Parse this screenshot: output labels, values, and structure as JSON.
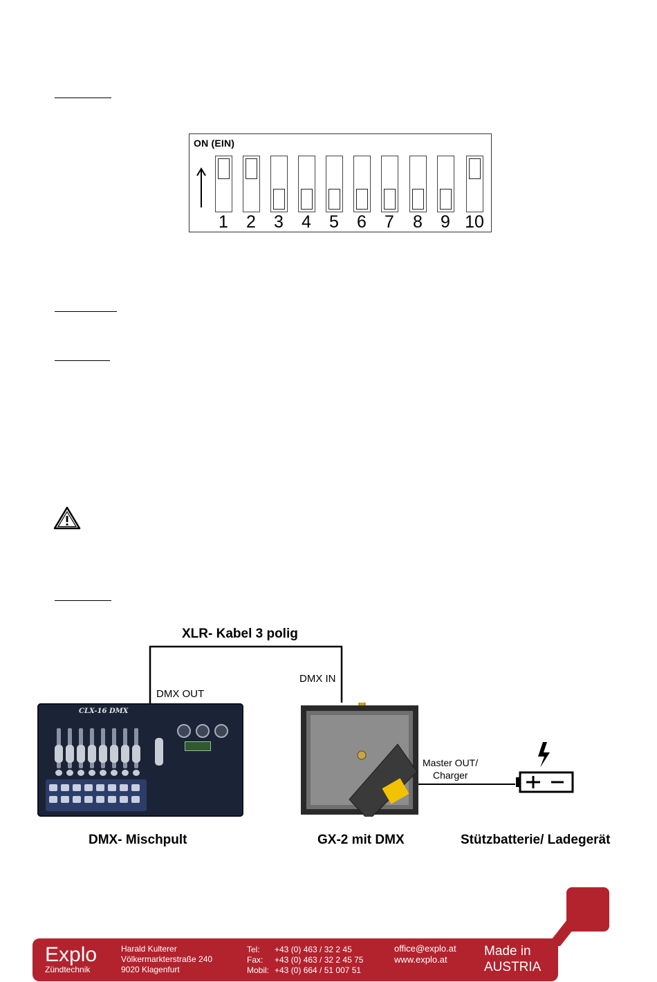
{
  "dip_switch": {
    "on_label": "ON (EIN)",
    "switches": [
      {
        "number": "1",
        "state": "on"
      },
      {
        "number": "2",
        "state": "on"
      },
      {
        "number": "3",
        "state": "off"
      },
      {
        "number": "4",
        "state": "off"
      },
      {
        "number": "5",
        "state": "off"
      },
      {
        "number": "6",
        "state": "off"
      },
      {
        "number": "7",
        "state": "off"
      },
      {
        "number": "8",
        "state": "off"
      },
      {
        "number": "9",
        "state": "off"
      },
      {
        "number": "10",
        "state": "on"
      }
    ]
  },
  "diagram": {
    "cable_label": "XLR- Kabel 3 polig",
    "dmx_out": "DMX OUT",
    "dmx_in": "DMX IN",
    "master_out_line1": "Master OUT/",
    "master_out_line2": "Charger",
    "mixer_brand": "CLX-16 DMX",
    "caption_mixer": "DMX- Mischpult",
    "caption_device": "GX-2 mit DMX",
    "caption_battery": "Stützbatterie/ Ladegerät"
  },
  "footer": {
    "brand_name": "Explo",
    "brand_sub": "Zündtechnik",
    "address": [
      "Harald Kulterer",
      "Völkermarkterstraße 240",
      "9020 Klagenfurt"
    ],
    "phone_labels": [
      "Tel:",
      "Fax:",
      "Mobil:"
    ],
    "phone_values": [
      "+43 (0) 463 / 32 2 45",
      "+43 (0) 463 / 32 2 45 75",
      "+43 (0) 664 / 51 007 51"
    ],
    "web": [
      "office@explo.at",
      "www.explo.at"
    ],
    "made_in_1": "Made in",
    "made_in_2": "AUSTRIA"
  },
  "colors": {
    "brand_red": "#b2232e"
  }
}
